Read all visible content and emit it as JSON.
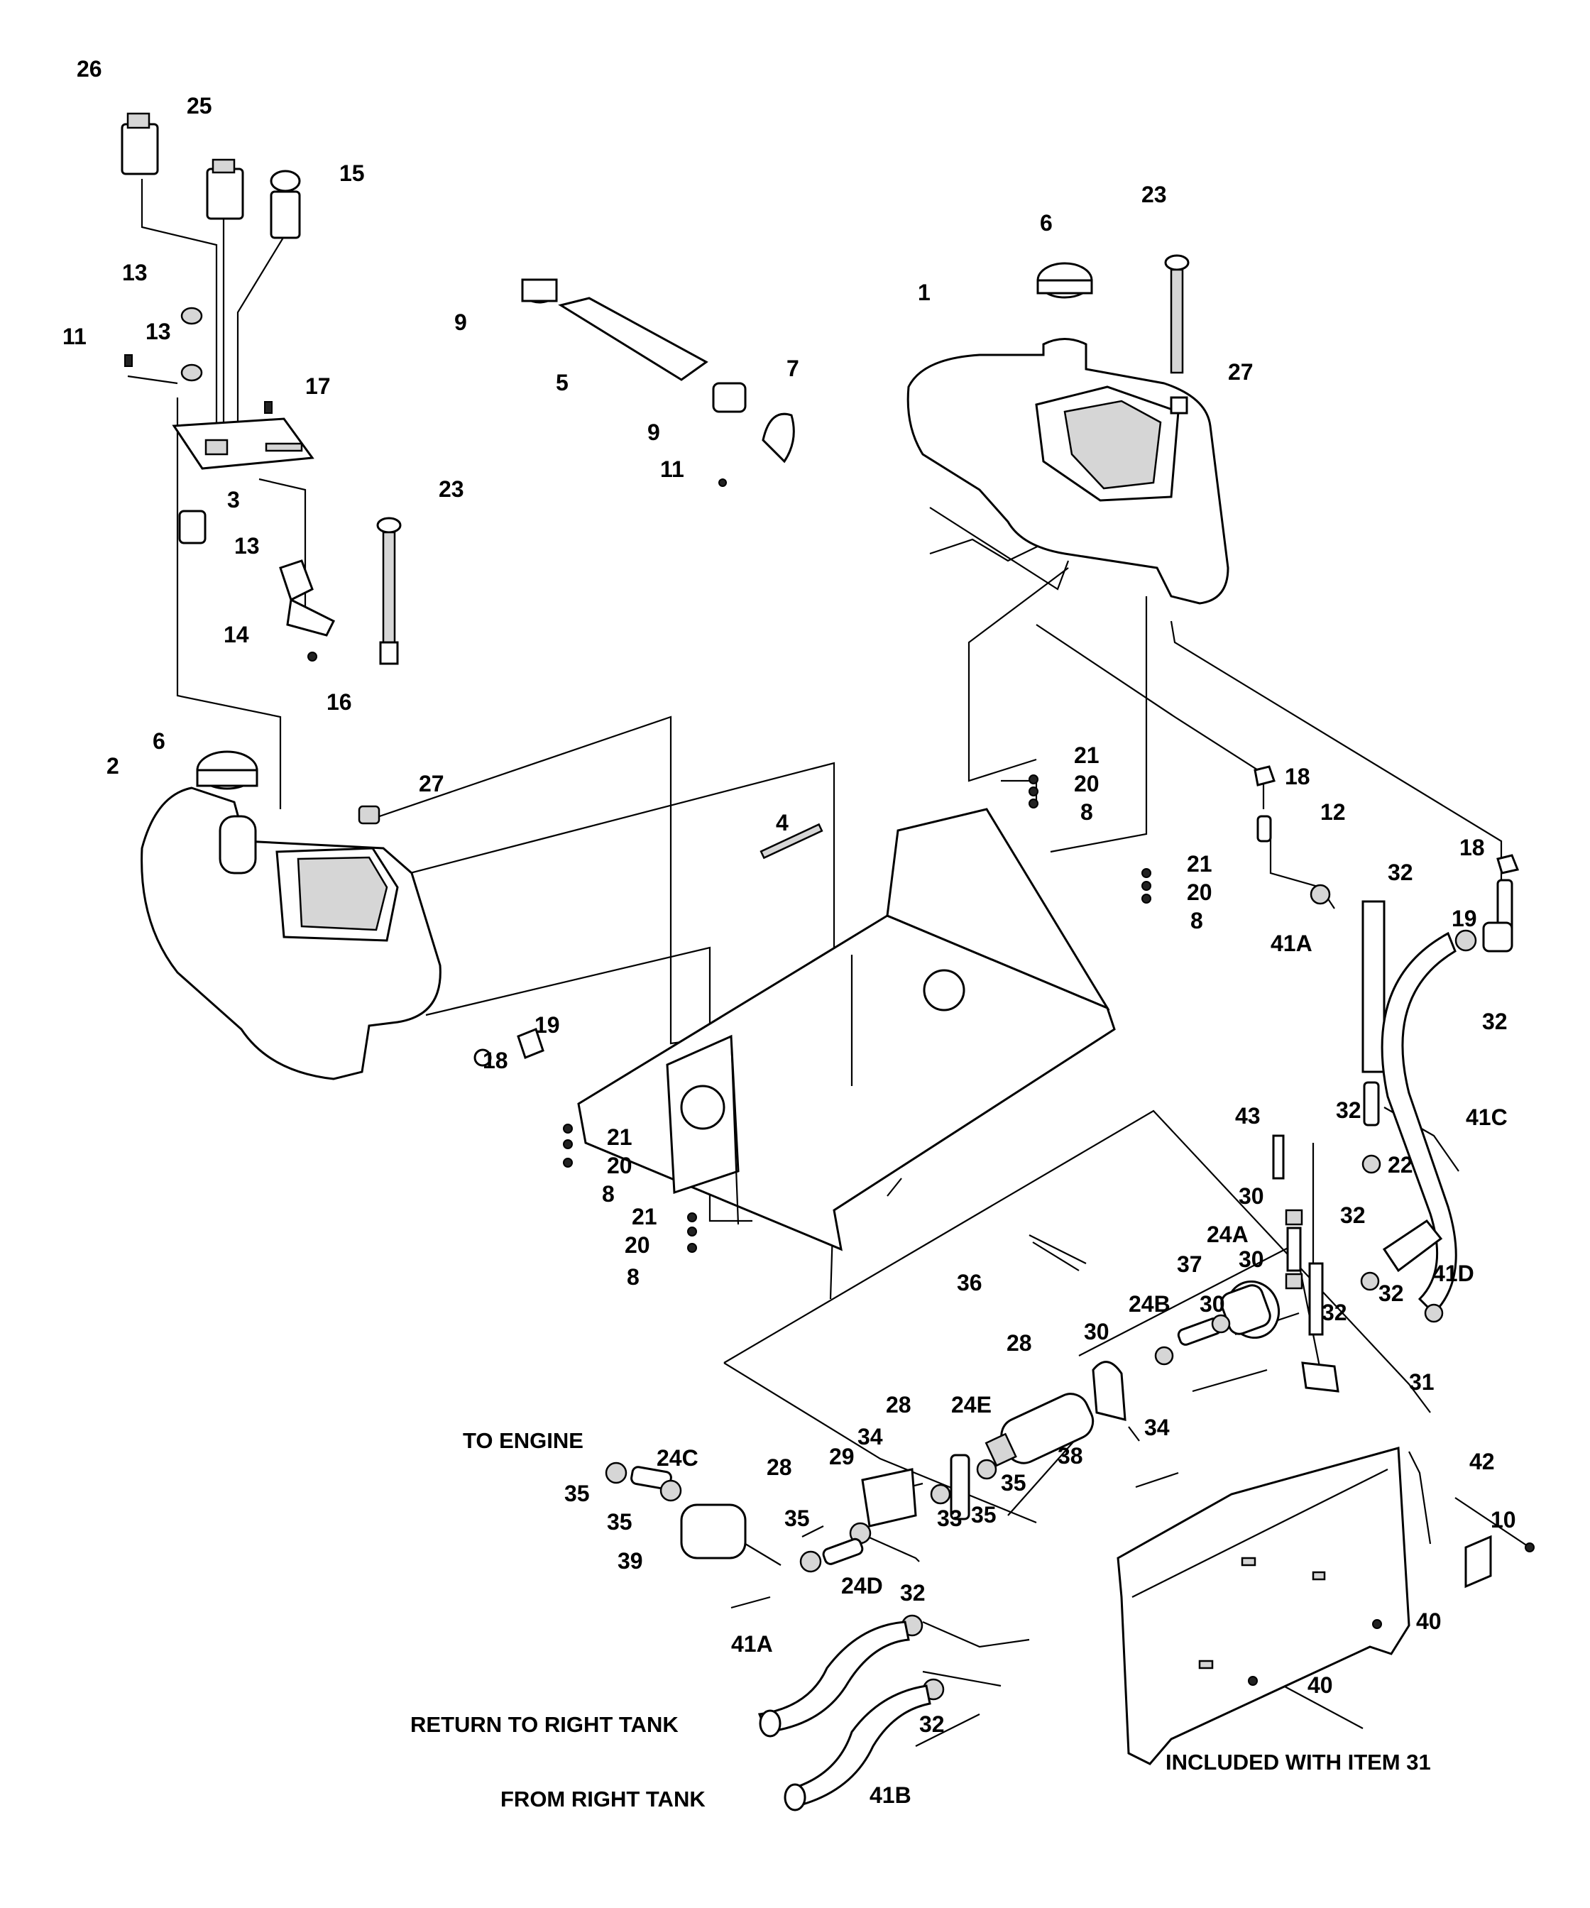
{
  "callouts": {
    "c26": "26",
    "c25": "25",
    "c15": "15",
    "c13a": "13",
    "c13b": "13",
    "c11a": "11",
    "c17": "17",
    "c3": "3",
    "c13c": "13",
    "c14": "14",
    "c16": "16",
    "c23a": "23",
    "c9a": "9",
    "c5": "5",
    "c9b": "9",
    "c7": "7",
    "c11b": "11",
    "c1": "1",
    "c6a": "6",
    "c23b": "23",
    "c27a": "27",
    "c6b": "6",
    "c2": "2",
    "c27b": "27",
    "c4": "4",
    "c21a": "21",
    "c20a": "20",
    "c8a": "8",
    "c21b": "21",
    "c20b": "20",
    "c8b": "8",
    "c18a": "18",
    "c12": "12",
    "c18b": "18",
    "c32a": "32",
    "c19a": "19",
    "c41a": "41A",
    "c32b": "32",
    "c19b": "19",
    "c18c": "18",
    "c21c": "21",
    "c20c": "20",
    "c8c": "8",
    "c21d": "21",
    "c20d": "20",
    "c8d": "8",
    "c43": "43",
    "c32c": "32",
    "c22": "22",
    "c41c": "41C",
    "c30a": "30",
    "c32d": "32",
    "c24a": "24A",
    "c30b": "30",
    "c37": "37",
    "c41d": "41D",
    "c36": "36",
    "c32e": "32",
    "c24b": "24B",
    "c30c": "30",
    "c32f": "32",
    "c28a": "28",
    "c30d": "30",
    "c31": "31",
    "c34a": "34",
    "c28b": "28",
    "c24e": "24E",
    "c34b": "34",
    "c38": "38",
    "c28c": "28",
    "c29": "29",
    "c35a": "35",
    "c33": "33",
    "c35b": "35",
    "c24c": "24C",
    "c35c": "35",
    "c35d": "35",
    "c39": "39",
    "c35e": "35",
    "c24d": "24D",
    "c32g": "32",
    "c41a2": "41A",
    "c32h": "32",
    "c41b": "41B",
    "c42": "42",
    "c10": "10",
    "c40a": "40",
    "c40b": "40"
  },
  "notes": {
    "to_engine": "TO ENGINE",
    "return_right": "RETURN TO RIGHT TANK",
    "from_right": "FROM RIGHT TANK",
    "included": "INCLUDED WITH ITEM 31"
  }
}
